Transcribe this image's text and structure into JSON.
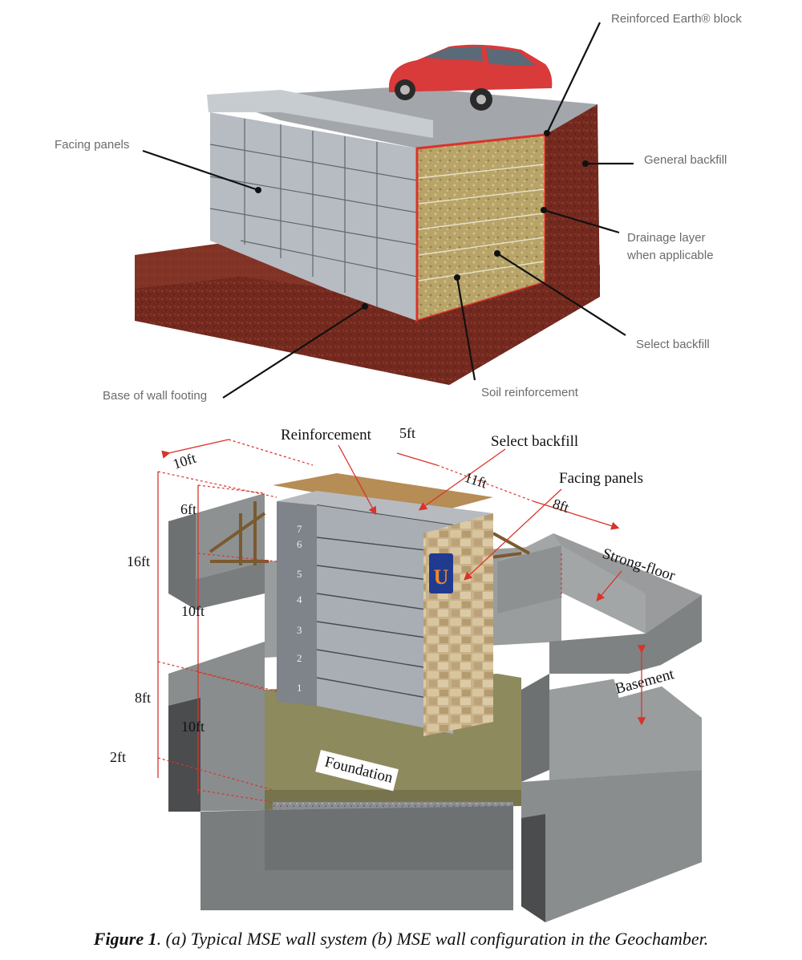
{
  "panel_a": {
    "labels": {
      "reinforced_block": "Reinforced Earth® block",
      "facing_panels": "Facing panels",
      "general_backfill": "General backfill",
      "drainage_line1": "Drainage layer",
      "drainage_line2": "when applicable",
      "select_backfill": "Select backfill",
      "soil_reinforcement": "Soil reinforcement",
      "base_footing": "Base of wall footing"
    }
  },
  "panel_b": {
    "labels": {
      "reinforcement": "Reinforcement",
      "select_backfill": "Select backfill",
      "facing_panels": "Facing panels",
      "strong_floor": "Strong-floor",
      "basement": "Basement",
      "foundation": "Foundation"
    },
    "dimensions": {
      "d10ft_top": "10ft",
      "d5ft": "5ft",
      "d11ft": "11ft",
      "d8ft_top": "8ft",
      "d6ft": "6ft",
      "d16ft": "16ft",
      "d10ft_mid": "10ft",
      "d8ft_left": "8ft",
      "d10ft_low": "10ft",
      "d2ft": "2ft"
    },
    "layer_numbers": [
      "1",
      "2",
      "3",
      "4",
      "5",
      "6",
      "7"
    ]
  },
  "caption": {
    "label": "Figure 1",
    "text": ". (a) Typical MSE wall system (b) MSE wall configuration in the Geochamber."
  },
  "colors": {
    "soil_red": "#7a2e24",
    "select_fill": "#b9a46a",
    "panel_grey": "#a9afb5",
    "concrete": "#8d9090",
    "foundation": "#8e8a5c",
    "border_red": "#d9332b",
    "car_red": "#d93a3a"
  }
}
